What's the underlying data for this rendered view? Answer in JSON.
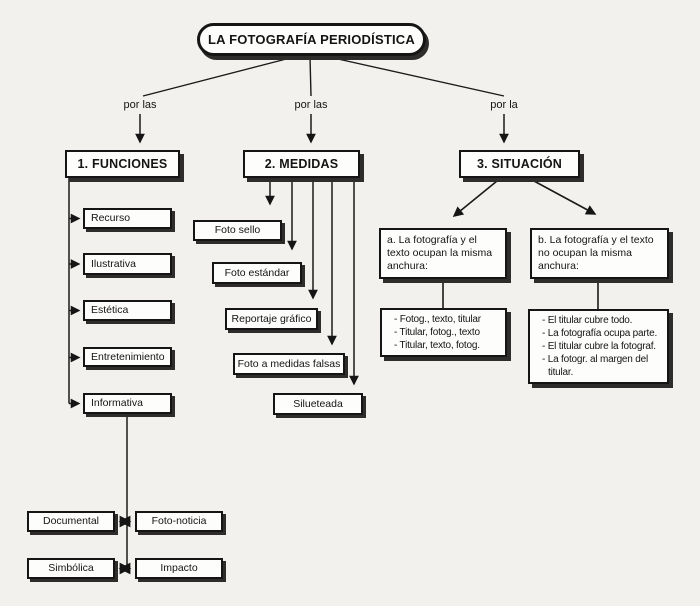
{
  "title": "LA FOTOGRAFÍA PERIODÍSTICA",
  "connector_labels": [
    "por las",
    "por las",
    "por la"
  ],
  "funciones": {
    "header": "1. FUNCIONES",
    "items": [
      "Recurso",
      "Ilustrativa",
      "Estética",
      "Entretenimiento",
      "Informativa"
    ],
    "pairs": [
      {
        "left": "Documental",
        "right": "Foto-noticia"
      },
      {
        "left": "Simbólica",
        "right": "Impacto"
      }
    ]
  },
  "medidas": {
    "header": "2. MEDIDAS",
    "items": [
      "Foto sello",
      "Foto estándar",
      "Reportaje gráfico",
      "Foto a medidas falsas",
      "Silueteada"
    ]
  },
  "situacion": {
    "header": "3. SITUACIÓN",
    "option_a": {
      "title_lines": [
        "a. La fotografía y el",
        "texto ocupan la misma",
        "anchura:"
      ],
      "bullets": [
        "- Fotog., texto, titular",
        "- Titular, fotog., texto",
        "- Titular, texto, fotog."
      ]
    },
    "option_b": {
      "title_lines": [
        "b. La fotografía y el texto",
        "no ocupan la misma",
        "anchura:"
      ],
      "bullets": [
        "- El titular cubre todo.",
        "- La fotografía ocupa parte.",
        "- El titular cubre la fotograf.",
        "- La fotogr. al margen del titular."
      ]
    }
  },
  "colors": {
    "ink": "#141414",
    "paper": "#f2f1ee",
    "box_bg": "#fdfdfb",
    "shadow": "#2e2d2b"
  }
}
